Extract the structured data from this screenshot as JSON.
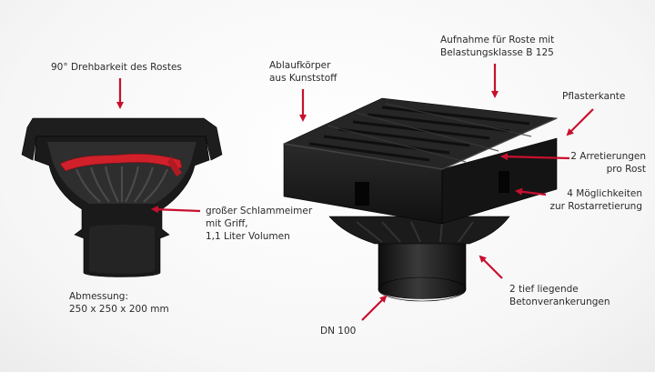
{
  "labels": {
    "rotation": "90° Drehbarkeit des Rostes",
    "body_l1": "Ablaufkörper",
    "body_l2": "aus Kunststoff",
    "grate_l1": "Aufnahme für Roste mit",
    "grate_l2": "Belastungsklasse  B 125",
    "paving": "Pflasterkante",
    "locks_l1": "2 Arretierungen",
    "locks_l2": "pro Rost",
    "options_l1": "4 Möglichkeiten",
    "options_l2": "zur Rostarretierung",
    "bucket_l1": "großer Schlammeimer",
    "bucket_l2": "mit Griff,",
    "bucket_l3": "1,1 Liter Volumen",
    "dim_l1": "Abmessung:",
    "dim_l2": "250 x 250 x 200 mm",
    "anchor_l1": "2 tief liegende",
    "anchor_l2": "Betonverankerungen",
    "dn": "DN 100"
  },
  "colors": {
    "arrow": "#c8102e",
    "product": "#1c1c1c",
    "handle": "#d0202a"
  }
}
